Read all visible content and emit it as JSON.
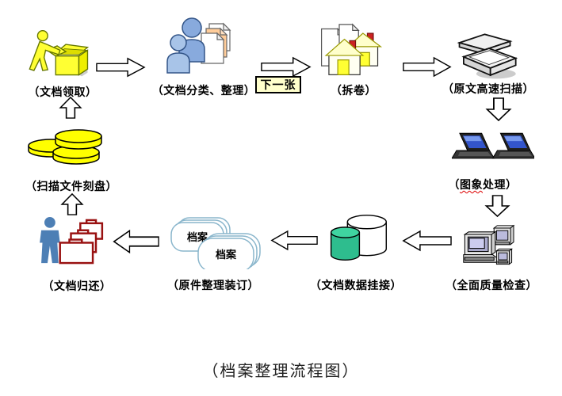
{
  "caption": "（档案整理流程图）",
  "next_button": "下一张",
  "capsule_text": "档案",
  "nodes": {
    "pickup": {
      "label": "（文档领取）"
    },
    "classify": {
      "label": "（文档分类、整理）"
    },
    "unbind": {
      "label": "（拆卷）"
    },
    "scan": {
      "label": "（原文高速扫描）"
    },
    "image": {
      "prefix": "（",
      "wavy": "图象",
      "suffix": "处理）"
    },
    "qc": {
      "label": "（全面质量检查）"
    },
    "link": {
      "label": "（文档数据挂接）"
    },
    "bind": {
      "label": "（原件整理装订）"
    },
    "return": {
      "label": "（文档归还）"
    },
    "burn": {
      "label": "（扫描文件刻盘）"
    }
  },
  "colors": {
    "icon_yellow": "#FFFF33",
    "person_blue": "#88AADD",
    "silhouette_blue": "#4D7FB5",
    "db_green": "#2EBD8E",
    "briefcase_red": "#991111",
    "chimney_red": "#CC2222",
    "doc_peach": "#FFCC99",
    "capsule_stroke": "#8AB6CC",
    "button_bg": "#FFFFCC",
    "laptop_screen": "#3355CC"
  }
}
